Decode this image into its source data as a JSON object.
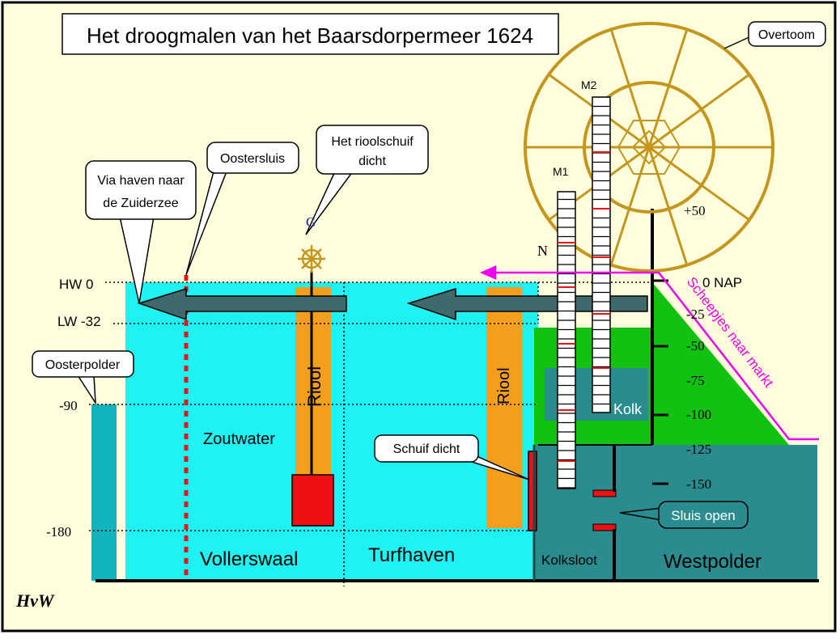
{
  "title": "Het droogmalen van het Baarsdorpermeer 1624",
  "colors": {
    "background": "#FFFFDD",
    "water": "#1EF2F2",
    "teal": "#2A8C8E",
    "green": "#11C211",
    "orange": "#F49E1E",
    "red": "#EE1111",
    "arrow": "#3E6A6C",
    "wheel": "#C4961E",
    "magenta": "#EE00EE",
    "oosterpolder": "#10B4BD"
  },
  "callouts": {
    "overtoom": "Overtoom",
    "oostersluis": "Oostersluis",
    "via_haven_line1": "Via haven naar",
    "via_haven_line2": "de Zuiderzee",
    "rioolschuif_line1": "Het rioolschuif",
    "rioolschuif_line2": "dicht",
    "oosterpolder": "Oosterpolder",
    "schuif_dicht": "Schuif dicht",
    "sluis_open": "Sluis open"
  },
  "levels": {
    "hw": "HW  0",
    "lw": "LW -32",
    "m90": "-90",
    "m180": "-180"
  },
  "scale": {
    "p50": "+50",
    "nap": "0 NAP",
    "m25": "-25",
    "m50": "-50",
    "m75": "-75",
    "m100": "-100",
    "m125": "-125",
    "m150": "-150"
  },
  "labels": {
    "g": "G",
    "n": "N",
    "m1": "M1",
    "m2": "M2",
    "riool_left": "Riool",
    "riool_right": "Riool",
    "zoutwater": "Zoutwater",
    "vollerswaal": "Vollerswaal",
    "turfhaven": "Turfhaven",
    "kolksloot": "Kolksloot",
    "westpolder": "Westpolder",
    "kolk": "Kolk",
    "scheepjes": "Scheepjes naar markt",
    "signature": "HvW"
  }
}
